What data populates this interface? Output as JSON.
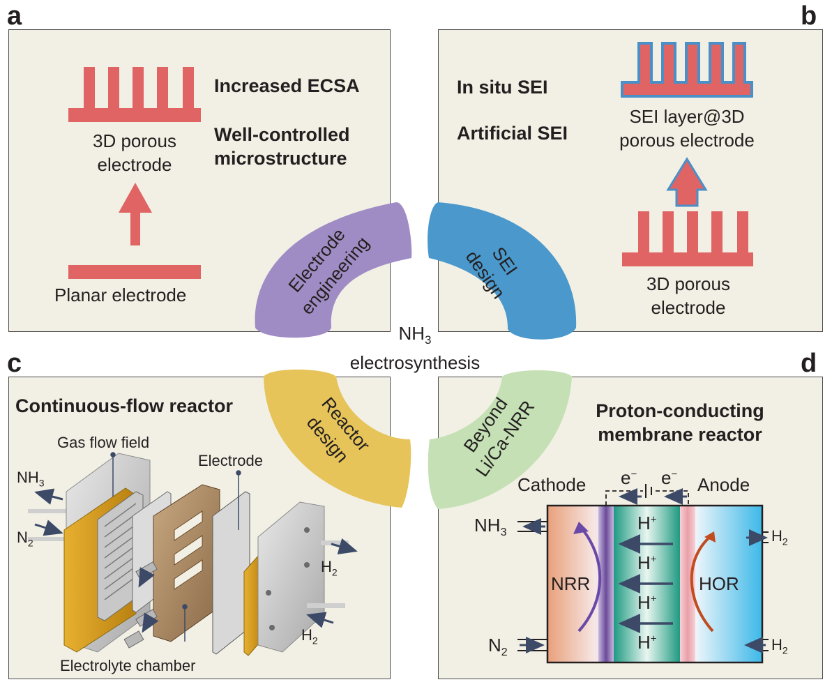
{
  "panels": {
    "a": {
      "label": "a",
      "porous_label_line1": "3D porous",
      "porous_label_line2": "electrode",
      "planar_label": "Planar electrode",
      "feature1": "Increased ECSA",
      "feature2_line1": "Well-controlled",
      "feature2_line2": "microstructure"
    },
    "b": {
      "label": "b",
      "feature1": "In situ SEI",
      "feature2": "Artificial SEI",
      "sei_label_line1": "SEI layer@3D",
      "sei_label_line2": "porous electrode",
      "porous_label_line1": "3D porous",
      "porous_label_line2": "electrode"
    },
    "c": {
      "label": "c",
      "title": "Continuous-flow reactor",
      "gas_flow_field": "Gas flow field",
      "electrode": "Electrode",
      "electrolyte_chamber": "Electrolyte chamber",
      "nh3": "NH",
      "nh3_sub": "3",
      "n2": "N",
      "n2_sub": "2",
      "h2": "H",
      "h2_sub": "2"
    },
    "d": {
      "label": "d",
      "title_line1": "Proton-conducting",
      "title_line2": "membrane reactor",
      "cathode": "Cathode",
      "anode": "Anode",
      "electron": "e",
      "electron_sup": "−",
      "proton": "H",
      "proton_sup": "+",
      "nrr": "NRR",
      "hor": "HOR",
      "nh3": "NH",
      "nh3_sub": "3",
      "n2": "N",
      "n2_sub": "2",
      "h2": "H",
      "h2_sub": "2"
    }
  },
  "center": {
    "title_main": "NH",
    "title_sub": "3",
    "title_line2": "electrosynthesis",
    "segments": {
      "electrode_line1": "Electrode",
      "electrode_line2": "engineering",
      "sei_line1": "SEI",
      "sei_line2": "design",
      "reactor_line1": "Reactor",
      "reactor_line2": "design",
      "beyond_line1": "Beyond",
      "beyond_line2": "Li/Ca-NRR"
    }
  },
  "colors": {
    "panel_bg": "#f2f0e4",
    "electrode_red": "#e06464",
    "sei_blue": "#4a90c8",
    "segment_purple": "#a08cc4",
    "segment_blue": "#4a98cc",
    "segment_yellow": "#e6c45a",
    "segment_green": "#c4e0b4"
  }
}
